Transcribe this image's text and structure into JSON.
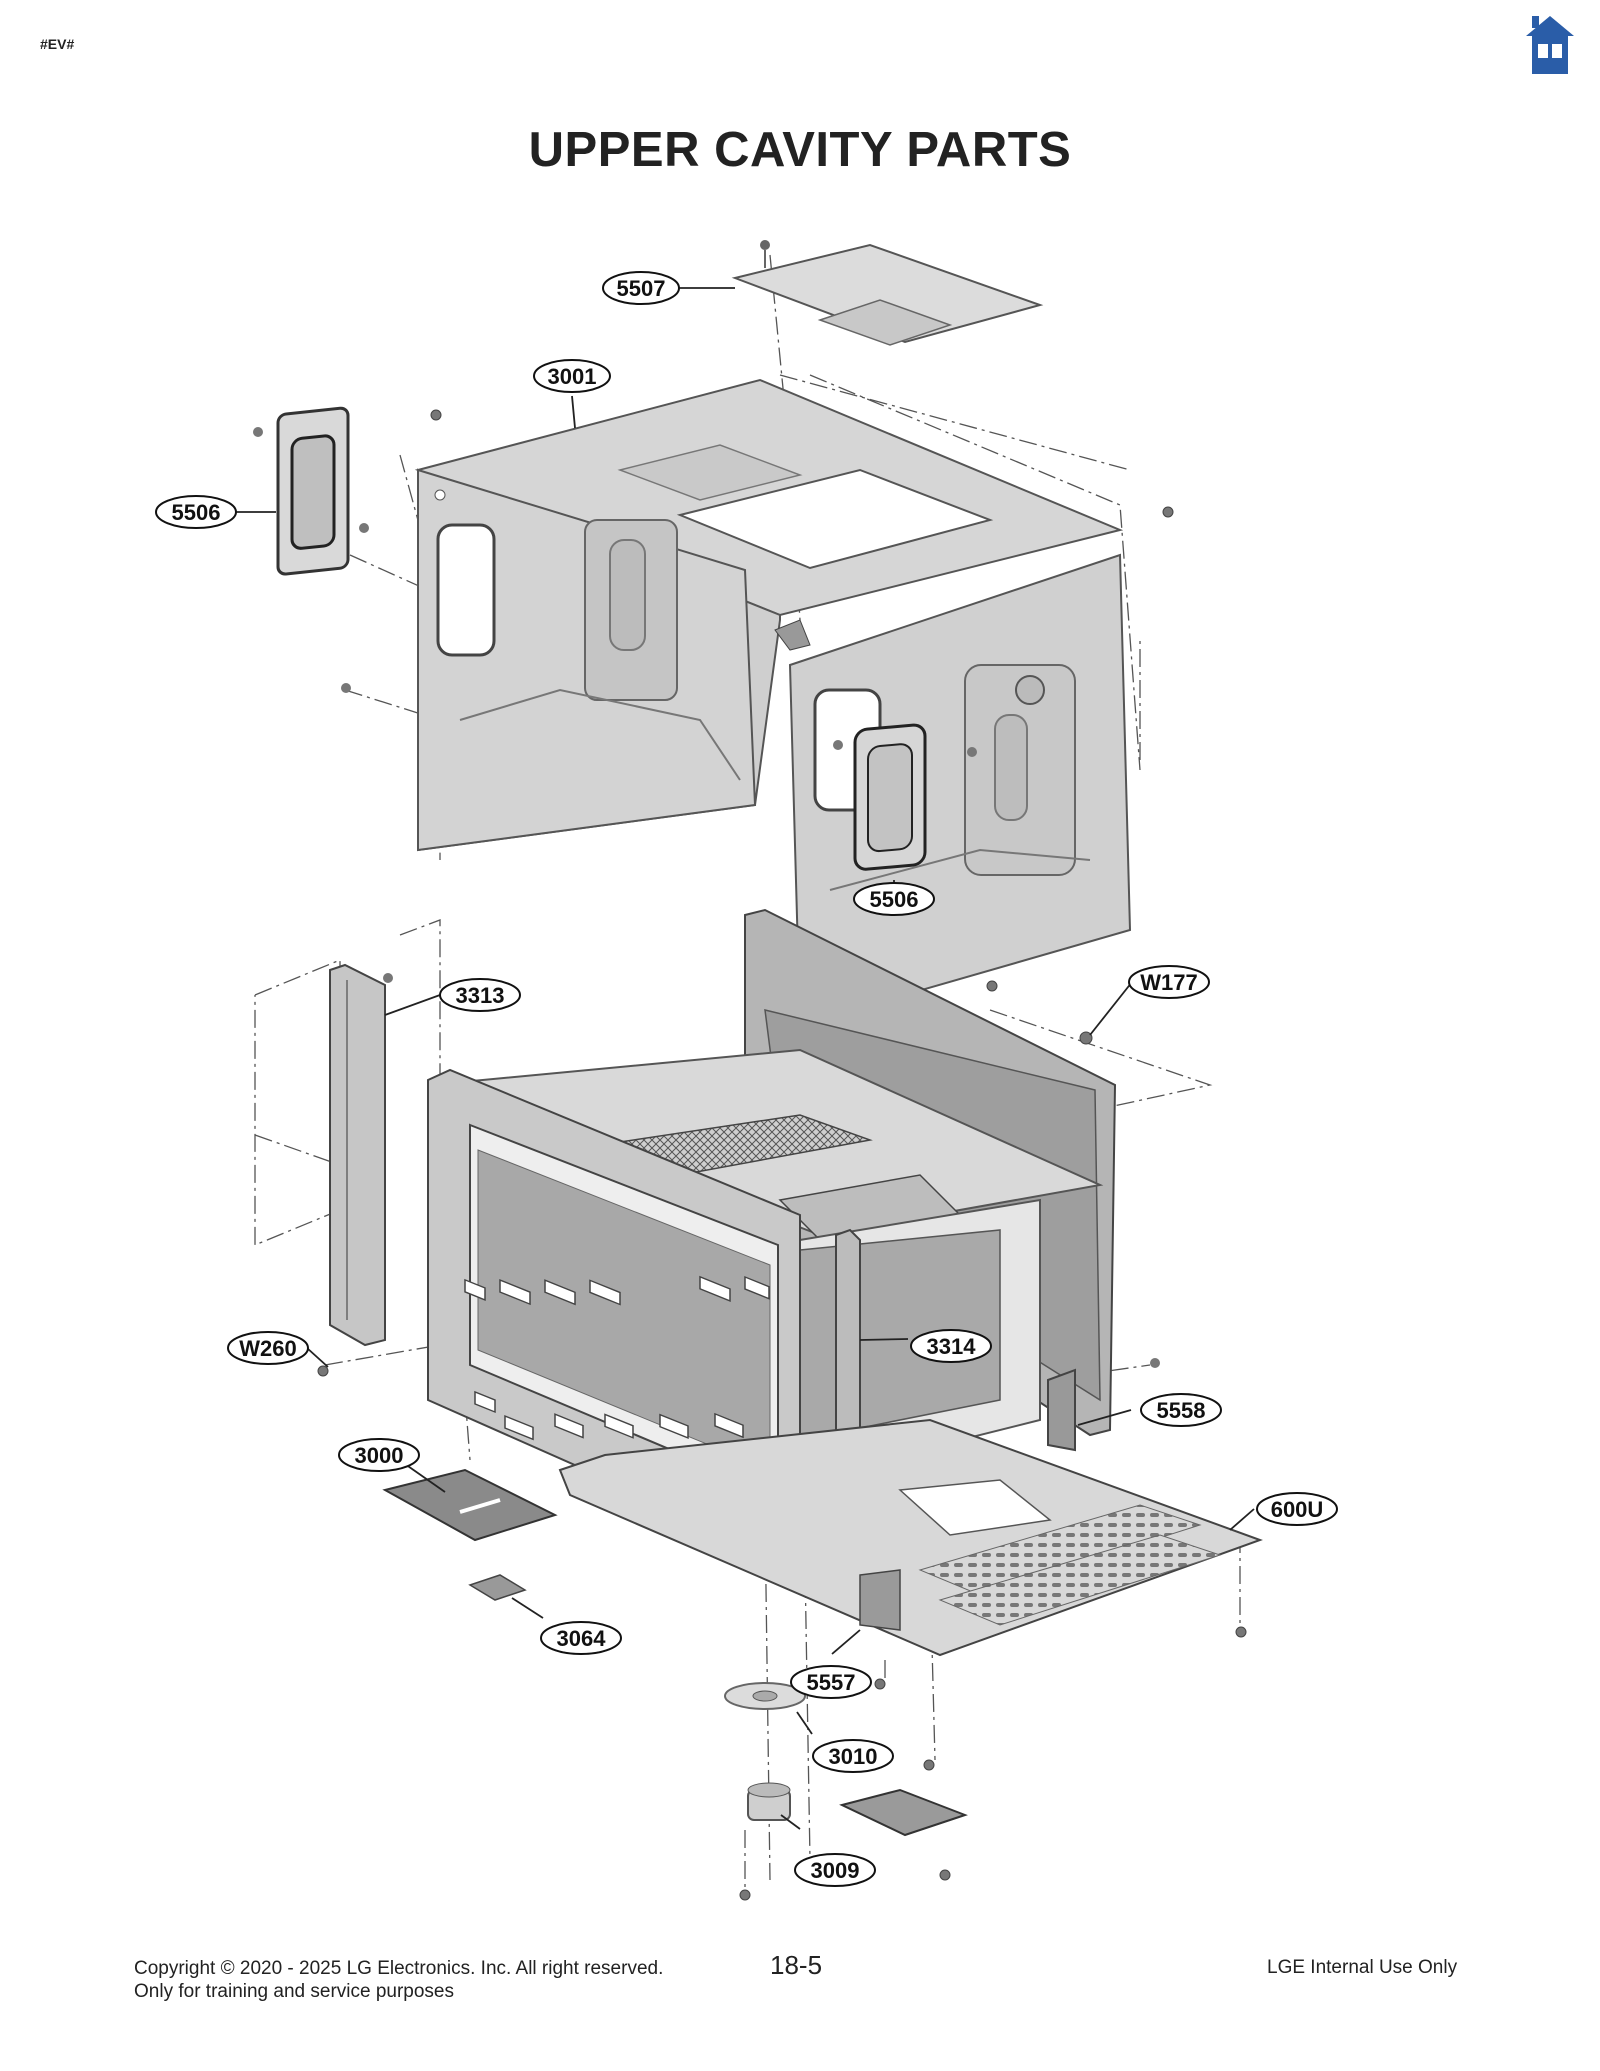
{
  "header": {
    "tag": "#EV#",
    "home_icon": "home-icon",
    "home_color": "#2a5da8"
  },
  "title": "UPPER CAVITY PARTS",
  "callouts": [
    {
      "id": "5507"
    },
    {
      "id": "3001"
    },
    {
      "id": "5506"
    },
    {
      "id": "5506"
    },
    {
      "id": "W177"
    },
    {
      "id": "3313"
    },
    {
      "id": "W260"
    },
    {
      "id": "3314"
    },
    {
      "id": "5558"
    },
    {
      "id": "3000"
    },
    {
      "id": "600U"
    },
    {
      "id": "3064"
    },
    {
      "id": "5557"
    },
    {
      "id": "3010"
    },
    {
      "id": "3009"
    }
  ],
  "footer": {
    "copyright": "Copyright © 2020 - 2025 LG Electronics. Inc. All right reserved.",
    "purpose": "Only for training and service purposes",
    "page_number": "18-5",
    "classification": "LGE Internal Use Only"
  }
}
